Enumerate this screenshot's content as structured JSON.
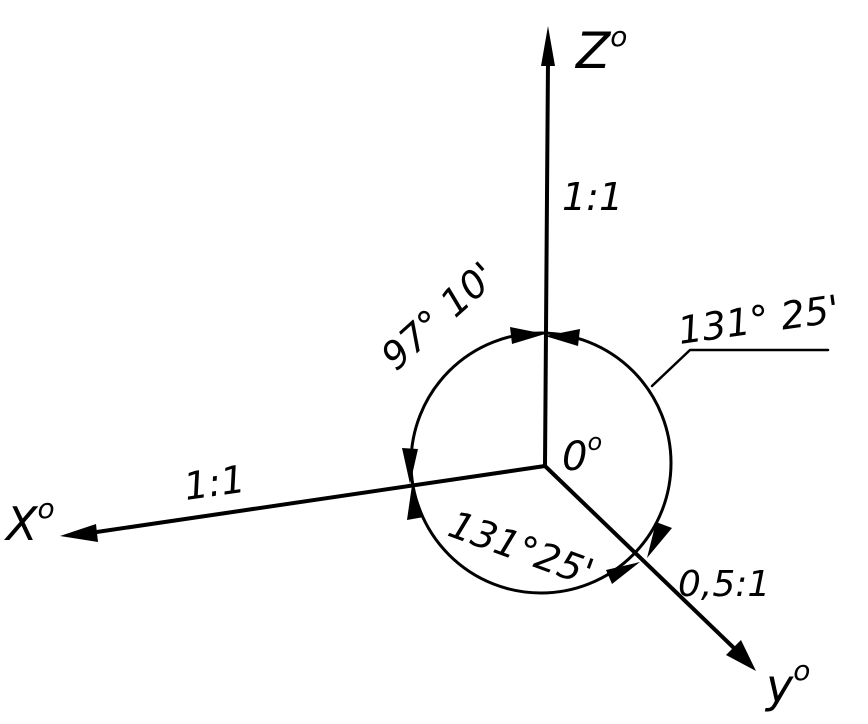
{
  "axes": {
    "x": {
      "label": "X",
      "superscript": "o",
      "scale": "1:1"
    },
    "y": {
      "label": "y",
      "superscript": "o",
      "scale": "0,5:1"
    },
    "z": {
      "label": "Z",
      "superscript": "o",
      "scale": "1:1"
    }
  },
  "origin": {
    "label": "0",
    "superscript": "o"
  },
  "angles": {
    "xz": "97° 10'",
    "zy": "131° 25'",
    "xy": "131°25'"
  },
  "colors": {
    "ink": "#000000",
    "background": "#ffffff"
  }
}
